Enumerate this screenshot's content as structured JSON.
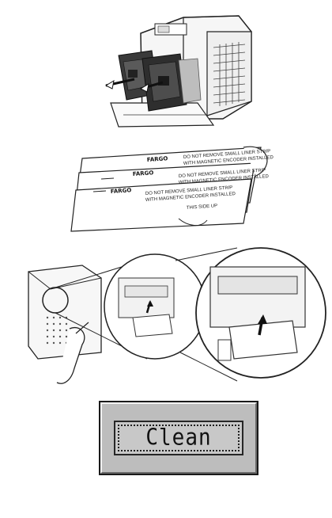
{
  "cards": {
    "logo": "FARGO",
    "warning_line1": "DO NOT REMOVE SMALL LINER STRIP",
    "warning_line2": "WITH MAGNETIC ENCODER INSTALLED",
    "this_side_up": "THIS SIDE UP"
  },
  "button": {
    "label": "Clean"
  }
}
